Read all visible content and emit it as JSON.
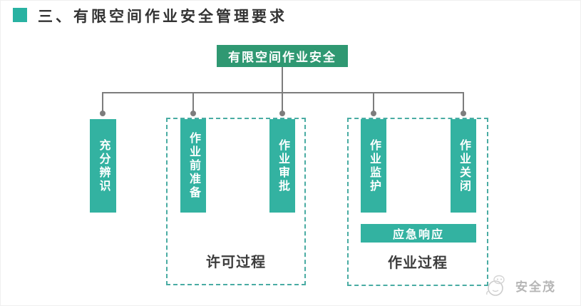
{
  "header": {
    "title": "三、有限空间作业安全管理要求"
  },
  "diagram": {
    "root": {
      "label": "有限空间作业安全"
    },
    "branches": [
      {
        "label": "充分辨识"
      },
      {
        "label": "作业前准备"
      },
      {
        "label": "作业审批"
      },
      {
        "label": "作业监护"
      },
      {
        "label": "作业关闭"
      }
    ],
    "emergency": {
      "label": "应急响应"
    },
    "groups": [
      {
        "label": "许可过程"
      },
      {
        "label": "作业过程"
      }
    ]
  },
  "footer": {
    "brand": "安全茂"
  },
  "colors": {
    "accent_teal": "#29b2a2",
    "root_box_green": "#2f9872",
    "branch_box_teal": "#33b2a1",
    "dashed_border": "#4aaca3",
    "connector_gray": "#7d7d7d",
    "title_text": "#333333",
    "group_label_text": "#3d3d3d",
    "brand_gray": "#b5b5b5"
  }
}
